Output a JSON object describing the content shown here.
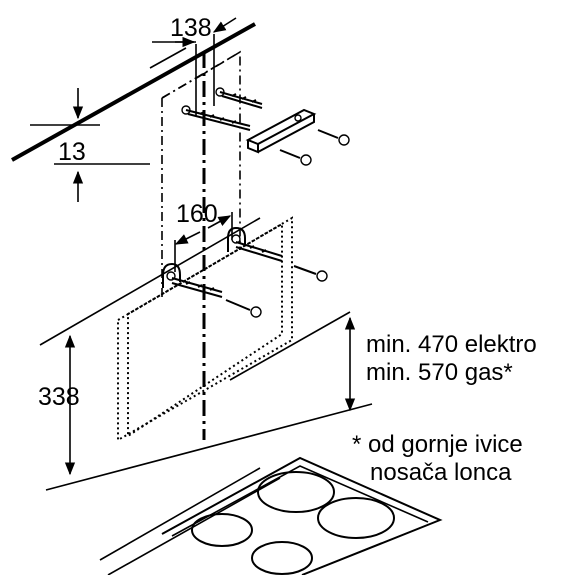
{
  "dimensions": {
    "bracket_spacing_top": "138",
    "wall_offset": "13",
    "bracket_spacing_lower": "160",
    "hood_height": "338"
  },
  "clearance": {
    "electric": "min. 470 elektro",
    "gas": "min. 570 gas*"
  },
  "footnote": {
    "line1": "* od gornje ivice",
    "line2": "nosača lonca"
  }
}
